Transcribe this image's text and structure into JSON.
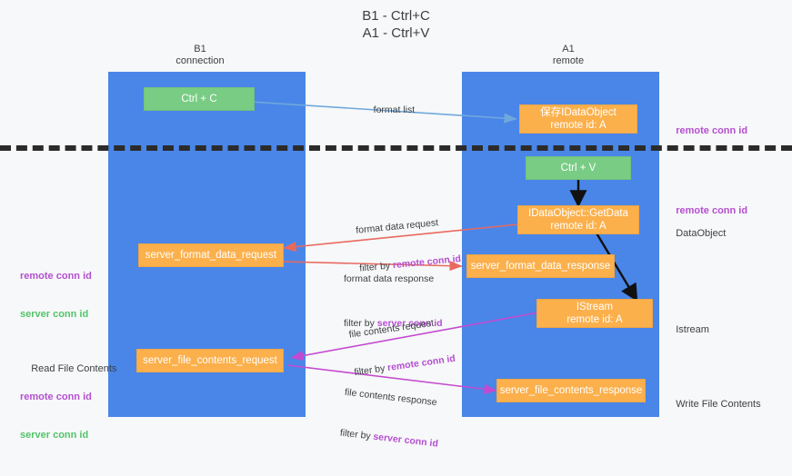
{
  "title": {
    "line1": "B1 - Ctrl+C",
    "line2": "A1 - Ctrl+V"
  },
  "lanes": [
    {
      "name": "B1",
      "sub": "connection"
    },
    {
      "name": "A1",
      "sub": "remote"
    }
  ],
  "nodes": {
    "ctrl_c": {
      "label": "Ctrl + C",
      "color": "#79cc84"
    },
    "save_idataobject_l1": "保存IDataObject",
    "save_idataobject_l2": "remote id: A",
    "ctrl_v": {
      "label": "Ctrl + V",
      "color": "#79cc84"
    },
    "getdata_l1": "IDataObject::GetData",
    "getdata_l2": "remote id: A",
    "server_format_data_request": "server_format_data_request",
    "server_format_data_response": "server_format_data_response",
    "istream_l1": "IStream",
    "istream_l2": "remote id: A",
    "server_file_contents_request": "server_file_contents_request",
    "server_file_contents_response": "server_file_contents_response"
  },
  "edge_labels": {
    "format_list": "format list",
    "format_data_request": "format data request",
    "format_data_req_filter_pre": "filter by ",
    "format_data_req_filter_key": "remote conn id",
    "format_data_response": "format data response",
    "format_data_res_filter_pre": "filter by ",
    "format_data_res_filter_key": "server conn id",
    "file_contents_request": "file contents request",
    "file_contents_req_filter_pre": "filter by ",
    "file_contents_req_filter_key": "remote conn id",
    "file_contents_response": "file contents response",
    "file_contents_res_filter_pre": "filter by ",
    "file_contents_res_filter_key": "server conn id"
  },
  "annotations": {
    "right_top_remote_conn_id": "remote conn id",
    "right_mid_remote_conn_id": "remote conn id",
    "right_dataobject": "DataObject",
    "right_istream": "Istream",
    "right_write_file_contents": "Write File Contents",
    "left_remote_conn_id": "remote conn id",
    "left_server_conn_id": "server conn id",
    "left_read_file_contents": "Read File Contents",
    "left2_remote_conn_id": "remote conn id",
    "left2_server_conn_id": "server conn id"
  },
  "colors": {
    "lane_blue": "#4a86e8",
    "node_orange": "#fbb04c",
    "node_green": "#79cc84",
    "accent_purple": "#b44fd0",
    "accent_green": "#52c46a",
    "accent_red": "#e8695e",
    "accent_lightblue": "#6fa8dc",
    "edge_black": "#111111",
    "divider_black": "#2b2b2b",
    "background": "#f7f8f9"
  }
}
